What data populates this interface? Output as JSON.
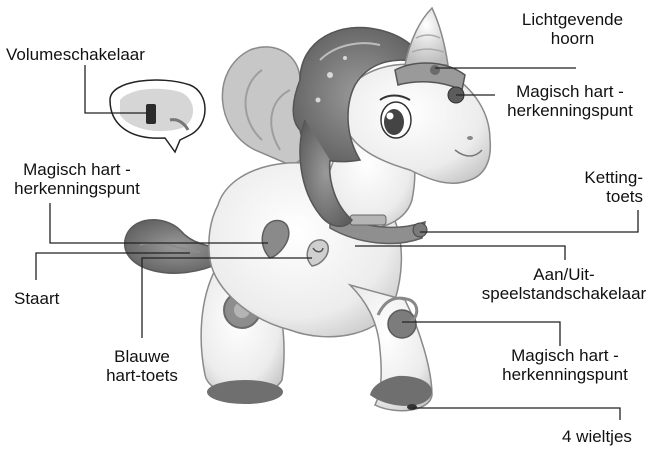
{
  "labels": {
    "volume": [
      "Volumeschakelaar"
    ],
    "horn": [
      "Lichtgevende",
      "hoorn"
    ],
    "heart_head": [
      "Magisch hart -",
      "herkenningspunt"
    ],
    "heart_side": [
      "Magisch hart -",
      "herkenningspunt"
    ],
    "necklace": [
      "Ketting-",
      "toets"
    ],
    "tail": [
      "Staart"
    ],
    "power": [
      "Aan/Uit-",
      "speelstandschakelaar"
    ],
    "blue_heart": [
      "Blauwe",
      "hart-toets"
    ],
    "heart_leg": [
      "Magisch hart -",
      "herkenningspunt"
    ],
    "wheels": [
      "4 wieltjes"
    ]
  },
  "colors": {
    "body": "#f1f1f1",
    "outline": "#8a8a8a",
    "mane_dark": "#6e6e6e",
    "mane_mid": "#a6a6a6",
    "leader_line": "#222222"
  },
  "icons": {
    "unicorn": "unicorn-toy-illustration",
    "switch_inset": "volume-switch-inset"
  }
}
